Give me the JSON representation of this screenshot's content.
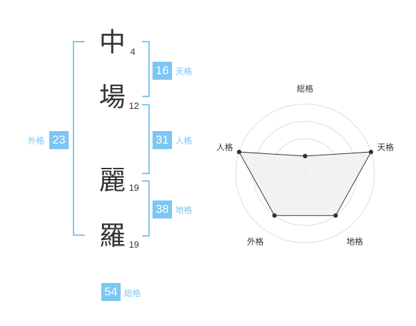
{
  "name": {
    "chars": [
      {
        "char": "中",
        "strokes": "4"
      },
      {
        "char": "場",
        "strokes": "12"
      },
      {
        "char": "麗",
        "strokes": "19"
      },
      {
        "char": "羅",
        "strokes": "19"
      }
    ]
  },
  "fortunes": {
    "tenkaku": {
      "label": "天格",
      "value": "16"
    },
    "jinkaku": {
      "label": "人格",
      "value": "31"
    },
    "chikaku": {
      "label": "地格",
      "value": "38"
    },
    "gaikaku": {
      "label": "外格",
      "value": "23"
    },
    "soukaku": {
      "label": "総格",
      "value": "54"
    }
  },
  "chart_data": {
    "type": "radar",
    "axes": [
      "総格",
      "天格",
      "地格",
      "外格",
      "人格"
    ],
    "rings": 4,
    "grid": true,
    "values": [
      1,
      4,
      3,
      3,
      4
    ],
    "max": 4,
    "fill_color": "#f0f0f0",
    "line_color": "#333333",
    "grid_color": "#dddddd"
  }
}
